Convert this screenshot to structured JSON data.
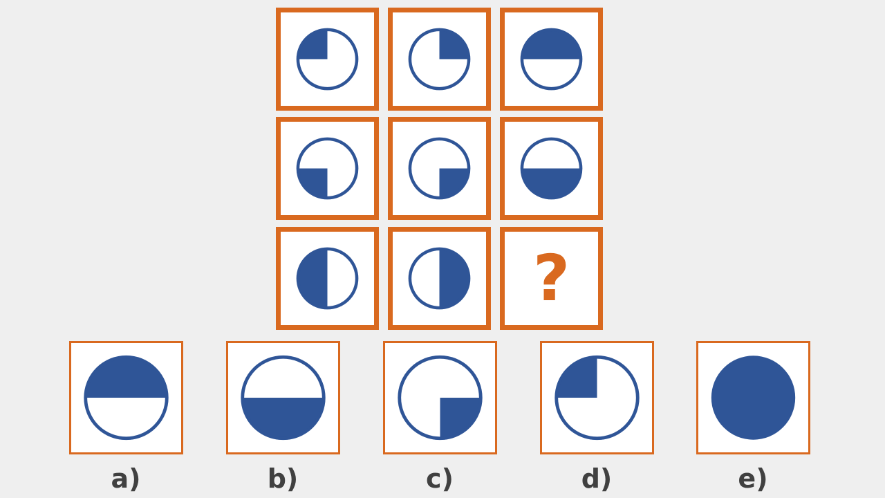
{
  "colors": {
    "frame": "#d9691f",
    "fill": "#2f5597",
    "background": "#efefef"
  },
  "puzzle_grid": [
    {
      "row": 1,
      "col": 1,
      "shading": "top-left-quarter"
    },
    {
      "row": 1,
      "col": 2,
      "shading": "top-right-quarter"
    },
    {
      "row": 1,
      "col": 3,
      "shading": "top-half"
    },
    {
      "row": 2,
      "col": 1,
      "shading": "bottom-left-quarter"
    },
    {
      "row": 2,
      "col": 2,
      "shading": "bottom-right-quarter"
    },
    {
      "row": 2,
      "col": 3,
      "shading": "bottom-half"
    },
    {
      "row": 3,
      "col": 1,
      "shading": "left-half"
    },
    {
      "row": 3,
      "col": 2,
      "shading": "right-half"
    },
    {
      "row": 3,
      "col": 3,
      "shading": "unknown",
      "mark": "?"
    }
  ],
  "options": [
    {
      "label": "a)",
      "shading": "top-half"
    },
    {
      "label": "b)",
      "shading": "bottom-half"
    },
    {
      "label": "c)",
      "shading": "bottom-right-quarter"
    },
    {
      "label": "d)",
      "shading": "top-left-quarter"
    },
    {
      "label": "e)",
      "shading": "full"
    }
  ]
}
